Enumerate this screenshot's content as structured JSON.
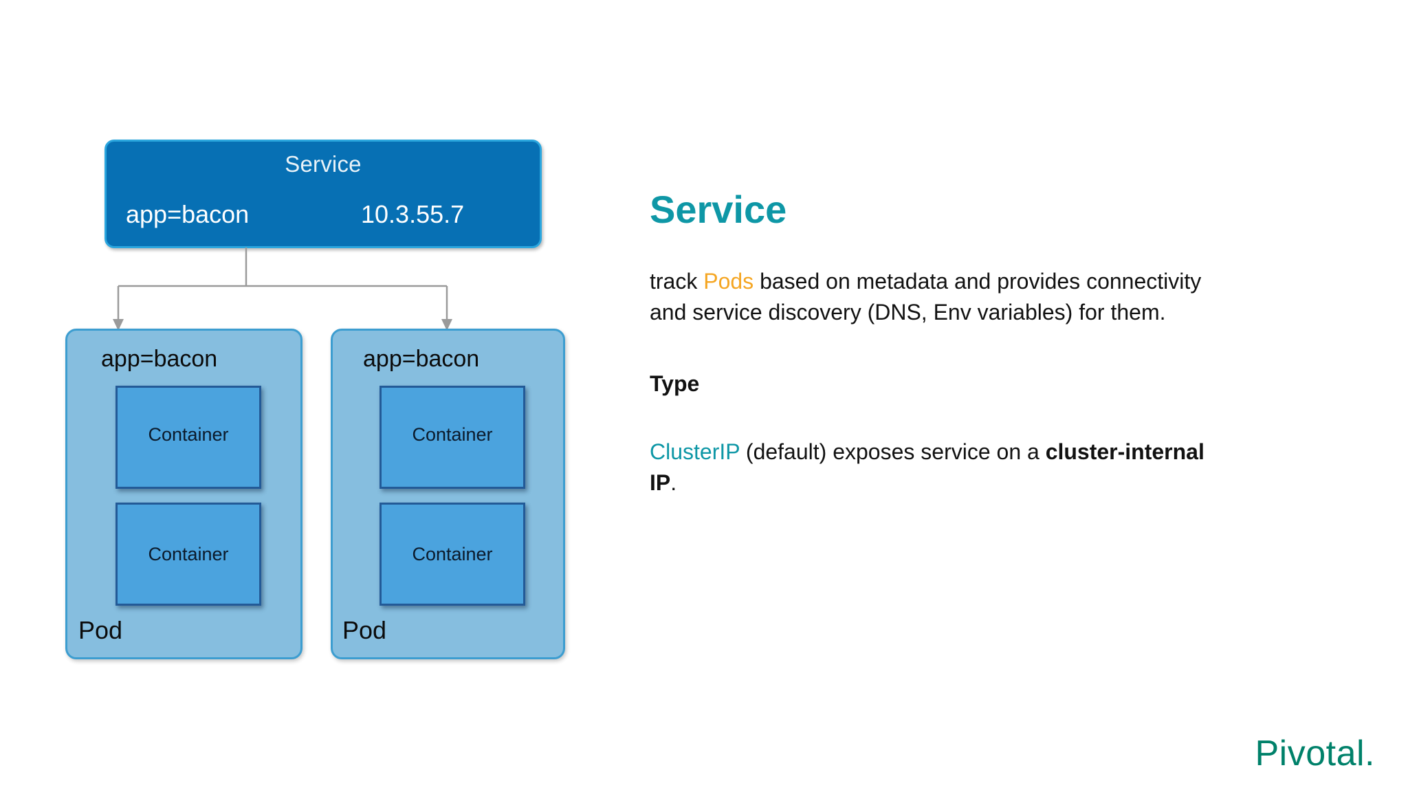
{
  "diagram": {
    "service": {
      "title": "Service",
      "selector": "app=bacon",
      "ip": "10.3.55.7",
      "fill_color": "#0770B4",
      "border_color": "#2BA6DE",
      "title_color": "#E8F2F8"
    },
    "connector": {
      "type": "elbow-split-arrows",
      "color": "#9A9A9A",
      "arrow_count": 2
    },
    "pods": [
      {
        "label_top": "app=bacon",
        "label_bottom": "Pod",
        "fill_color": "#86BEDF",
        "border_color": "#3C9DD0",
        "containers": [
          {
            "label": "Container"
          },
          {
            "label": "Container"
          }
        ]
      },
      {
        "label_top": "app=bacon",
        "label_bottom": "Pod",
        "fill_color": "#86BEDF",
        "border_color": "#3C9DD0",
        "containers": [
          {
            "label": "Container"
          },
          {
            "label": "Container"
          }
        ]
      }
    ],
    "container_style": {
      "fill_color": "#4BA3DE",
      "border_color": "#235A97"
    }
  },
  "content": {
    "heading": "Service",
    "heading_color": "#0E97A6",
    "paragraph": {
      "before_highlight": "track ",
      "highlight": "Pods",
      "highlight_color": "#F5A623",
      "after_highlight": " based on metadata and provides connectivity and service discovery (DNS, Env variables) for them."
    },
    "type_label": "Type",
    "cluster": {
      "term": "ClusterIP",
      "term_color": "#0E97A6",
      "middle": " (default) exposes service on a ",
      "bold_part": "cluster-internal IP",
      "end": "."
    }
  },
  "branding": {
    "logo_text": "Pivotal",
    "logo_dot": ".",
    "logo_color": "#00816A"
  }
}
